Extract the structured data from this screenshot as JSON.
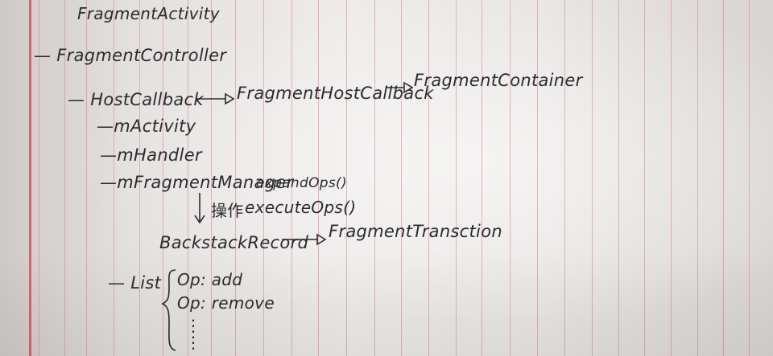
{
  "notes": {
    "title": "FragmentActivity",
    "controller": "— FragmentController",
    "host_callback": "— HostCallback",
    "fragment_host_callback": "FragmentHostCallback",
    "fragment_container": "FragmentContainer",
    "m_activity": "—mActivity",
    "m_handler": "—mHandler",
    "m_fragment_manager": "—mFragmentManager",
    "expand_ops": "expandOps()",
    "operate_char": "操作",
    "execute_ops": "executeOps()",
    "backstack_record": "BackstackRecord",
    "fragment_transaction": "FragmentTransction",
    "list_label": "— List",
    "op_add": "Op: add",
    "op_remove": "Op: remove",
    "ellipsis_1": "⋮",
    "ellipsis_2": "⋮"
  },
  "colors": {
    "ink": "#2b2a2e",
    "rule_line": "#d6828c",
    "margin_line": "#cd4655"
  }
}
